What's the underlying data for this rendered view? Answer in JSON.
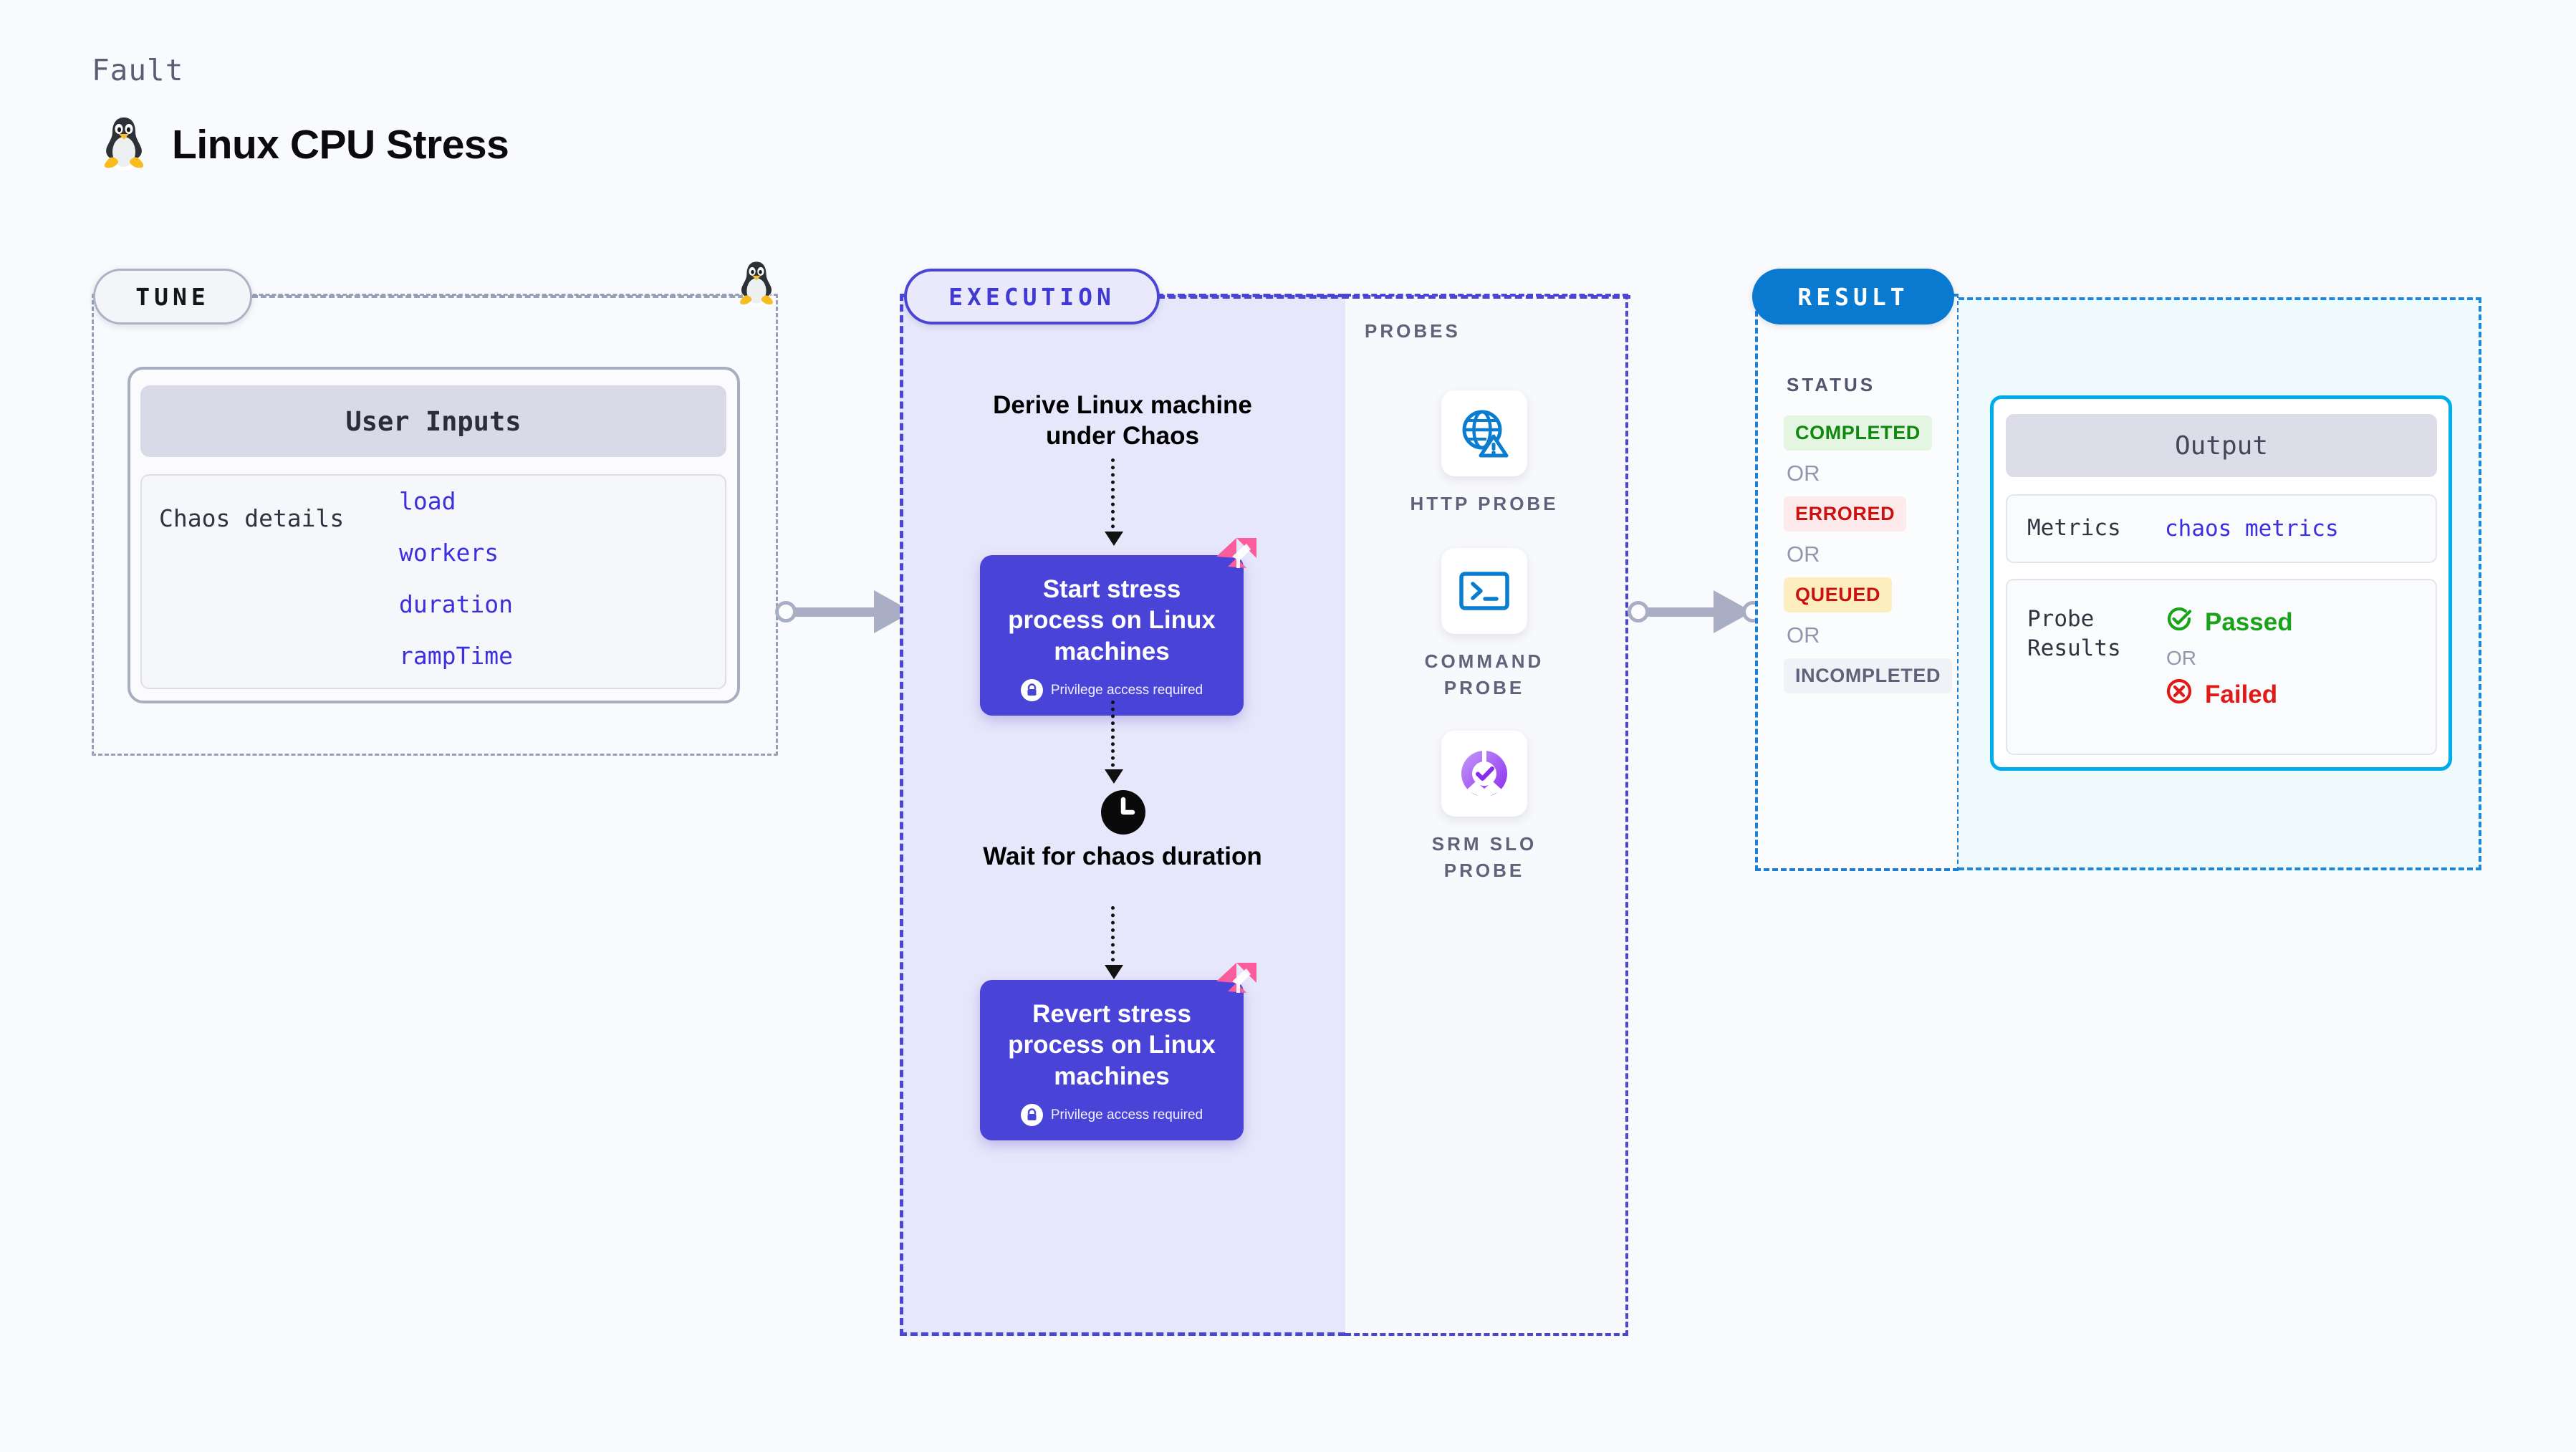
{
  "header": {
    "kicker": "Fault",
    "title": "Linux CPU Stress",
    "icon": "tux-penguin-icon"
  },
  "tune": {
    "badge": "TUNE",
    "card_title": "User Inputs",
    "details_label": "Chaos details",
    "params": [
      "load",
      "workers",
      "duration",
      "rampTime"
    ],
    "corner_icon": "tux-penguin-icon"
  },
  "execution": {
    "badge": "EXECUTION",
    "steps": [
      {
        "type": "text",
        "label": "Derive Linux machine under Chaos"
      },
      {
        "type": "card",
        "label": "Start stress process on Linux machines",
        "note": "Privilege access required",
        "note_icon": "lock-icon",
        "corner_icon": "chaos-ribbon-icon"
      },
      {
        "type": "text",
        "label": "Wait for chaos duration",
        "icon": "clock-icon"
      },
      {
        "type": "card",
        "label": "Revert stress process on Linux machines",
        "note": "Privilege access required",
        "note_icon": "lock-icon",
        "corner_icon": "chaos-ribbon-icon"
      }
    ]
  },
  "probes": {
    "title": "PROBES",
    "items": [
      {
        "label": "HTTP PROBE",
        "icon": "globe-warning-icon"
      },
      {
        "label": "COMMAND PROBE",
        "icon": "terminal-icon"
      },
      {
        "label": "SRM SLO PROBE",
        "icon": "slo-donut-check-icon"
      }
    ]
  },
  "result": {
    "badge": "RESULT",
    "status_title": "STATUS",
    "or_label": "OR",
    "statuses": [
      {
        "label": "COMPLETED",
        "color": "#108910",
        "bg": "#e4f6e2"
      },
      {
        "label": "ERRORED",
        "color": "#cc1111",
        "bg": "#fdeaea"
      },
      {
        "label": "QUEUED",
        "color": "#cc1111",
        "bg": "#fdeec0"
      },
      {
        "label": "INCOMPLETED",
        "color": "#5e6379",
        "bg": "#f1f2f7"
      }
    ],
    "output": {
      "title": "Output",
      "metrics_key": "Metrics",
      "metrics_value": "chaos metrics",
      "probe_key": "Probe Results",
      "passed": "Passed",
      "failed": "Failed",
      "or_label": "OR",
      "passed_icon": "check-circle-icon",
      "failed_icon": "x-circle-icon",
      "passed_color": "#1aa31a",
      "failed_color": "#e01919"
    }
  },
  "colors": {
    "canvas": "#f9fafd",
    "execution_accent": "#4b45d6",
    "execution_panel": "#e7e7fb",
    "card_purple": "#4943d7",
    "result_accent": "#0a7ad1",
    "output_border": "#00adec",
    "connector": "#a9aec4",
    "ribbon_pink": "#fa5c9c"
  }
}
